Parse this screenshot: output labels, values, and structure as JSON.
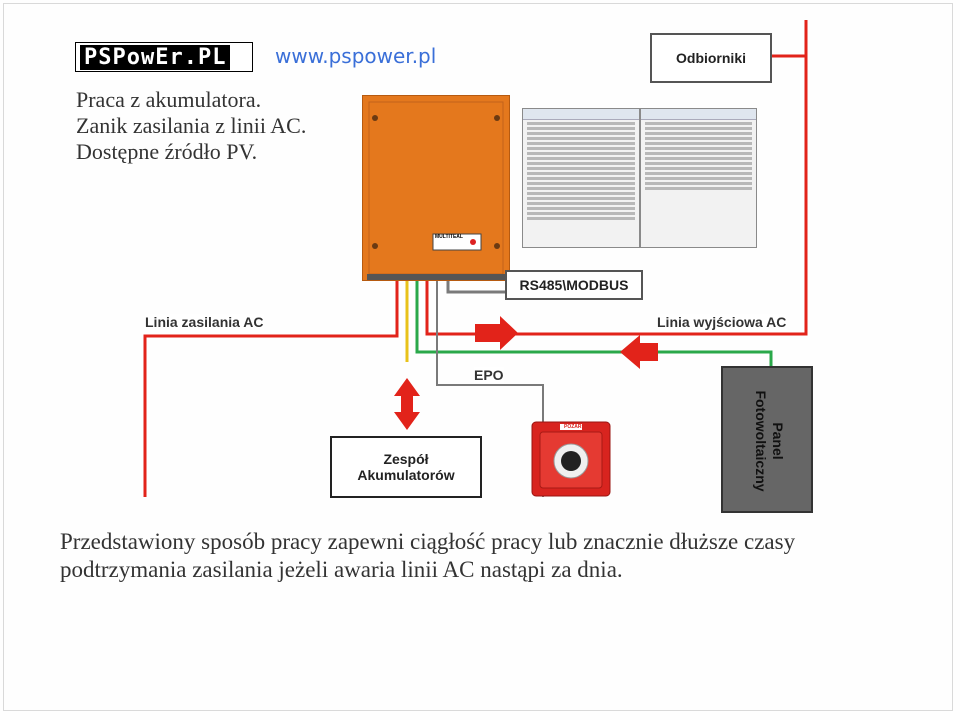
{
  "logo": {
    "text": "PSPowEr.PL"
  },
  "url": "www.pspower.pl",
  "intro_lines": [
    "Praca z akumulatora.",
    "Zanik zasilania z linii AC.",
    "Dostępne źródło PV."
  ],
  "boxes": {
    "odbiorniki": "Odbiorniki",
    "rs485": "RS485\\MODBUS",
    "akumulatory": [
      "Zespół",
      "Akumulatorów"
    ],
    "panel": [
      "Panel",
      "Fotowoltaiczny"
    ],
    "epo": "EPO"
  },
  "lines": {
    "input": "Linia zasilania AC",
    "output": "Linia wyjściowa AC"
  },
  "bottom_text": [
    "Przedstawiony sposób pracy zapewni ciągłość pracy lub znacznie dłuższe czasy",
    "podtrzymania zasilania jeżeli awaria linii AC nastąpi za dnia."
  ],
  "device_label": "MULTITEAL",
  "alarm_label": "POŻAR",
  "colors": {
    "inverter": "#e4781d",
    "wire_red": "#e2231a",
    "wire_green": "#2aa84a",
    "wire_yellow": "#e8c21a",
    "wire_gray": "#7a7a7a",
    "url": "#3a6fd8",
    "panel": "#666666"
  }
}
